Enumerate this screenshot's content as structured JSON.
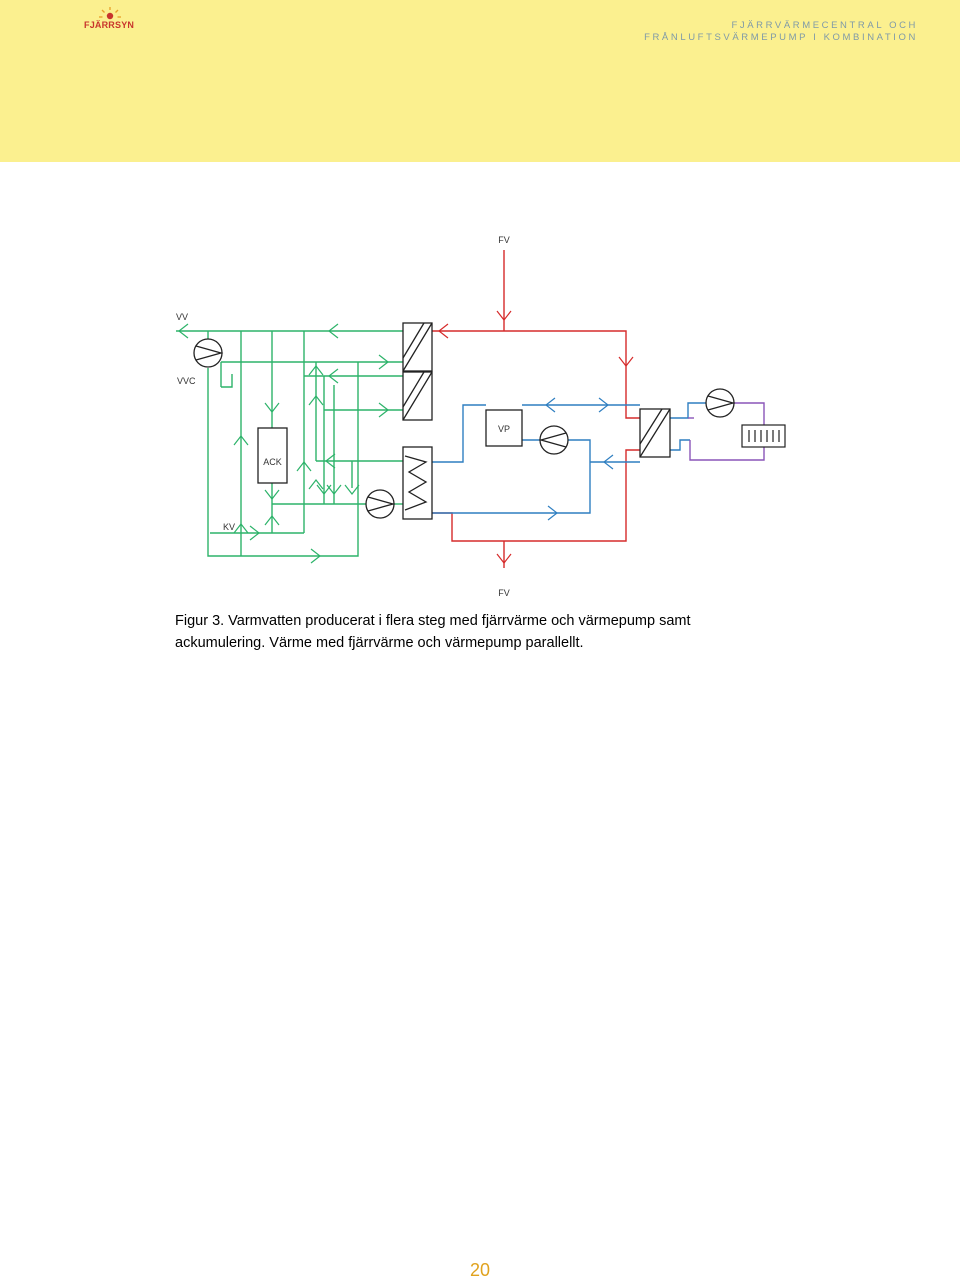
{
  "header": {
    "logo_text": "FJÄRRSYN",
    "title_line1": "FJÄRRVÄRMECENTRAL OCH",
    "title_line2": "FRÅNLUFTSVÄRMEPUMP I KOMBINATION"
  },
  "diagram": {
    "labels": {
      "fv_top": "FV",
      "fv_bottom": "FV",
      "vv": "VV",
      "vvc": "VVC",
      "kv": "KV",
      "ack": "ACK",
      "vp": "VP"
    },
    "colors": {
      "tap_water": "#2db36a",
      "district_heating": "#d62b2b",
      "heat_pump_circuit": "#2f7fc1",
      "heating_circuit": "#8a55b8",
      "component_stroke": "#222222"
    },
    "icons": [
      "pump-icon",
      "heat-exchanger-icon",
      "radiator-icon",
      "arrow-icon"
    ]
  },
  "caption": {
    "line1": "Figur 3. Varmvatten producerat i flera steg med fjärrvärme och värmepump samt",
    "line2": "ackumulering. Värme med fjärrvärme och värmepump parallellt."
  },
  "footer": {
    "page_number": "20"
  }
}
